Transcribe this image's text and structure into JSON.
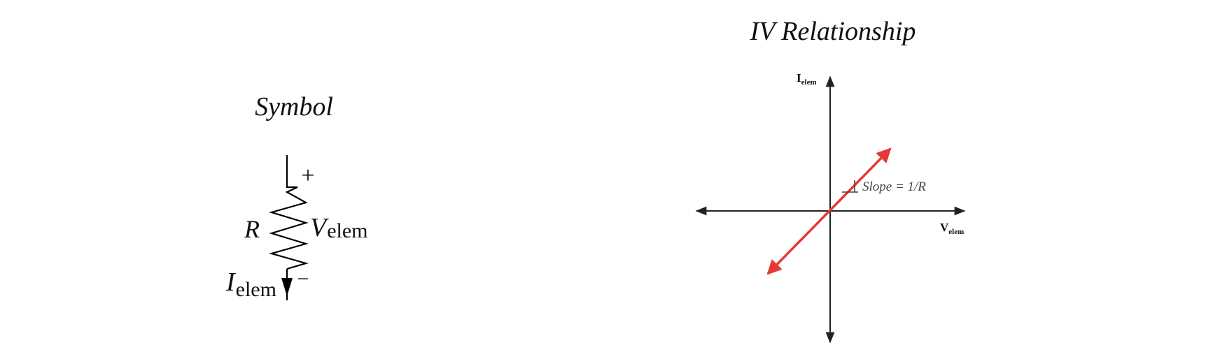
{
  "symbol": {
    "title": "Symbol",
    "resistor_label": "R",
    "voltage_label_main": "V",
    "voltage_label_sub": "elem",
    "current_label_main": "I",
    "current_label_sub": "elem",
    "plus_sign": "+",
    "minus_sign": "−"
  },
  "iv": {
    "title": "IV Relationship",
    "y_axis_label_main": "I",
    "y_axis_label_sub": "elem",
    "x_axis_label_main": "V",
    "x_axis_label_sub": "elem",
    "slope_label": "Slope = 1/R",
    "line_color": "#e53935",
    "axis_color": "#222222"
  }
}
